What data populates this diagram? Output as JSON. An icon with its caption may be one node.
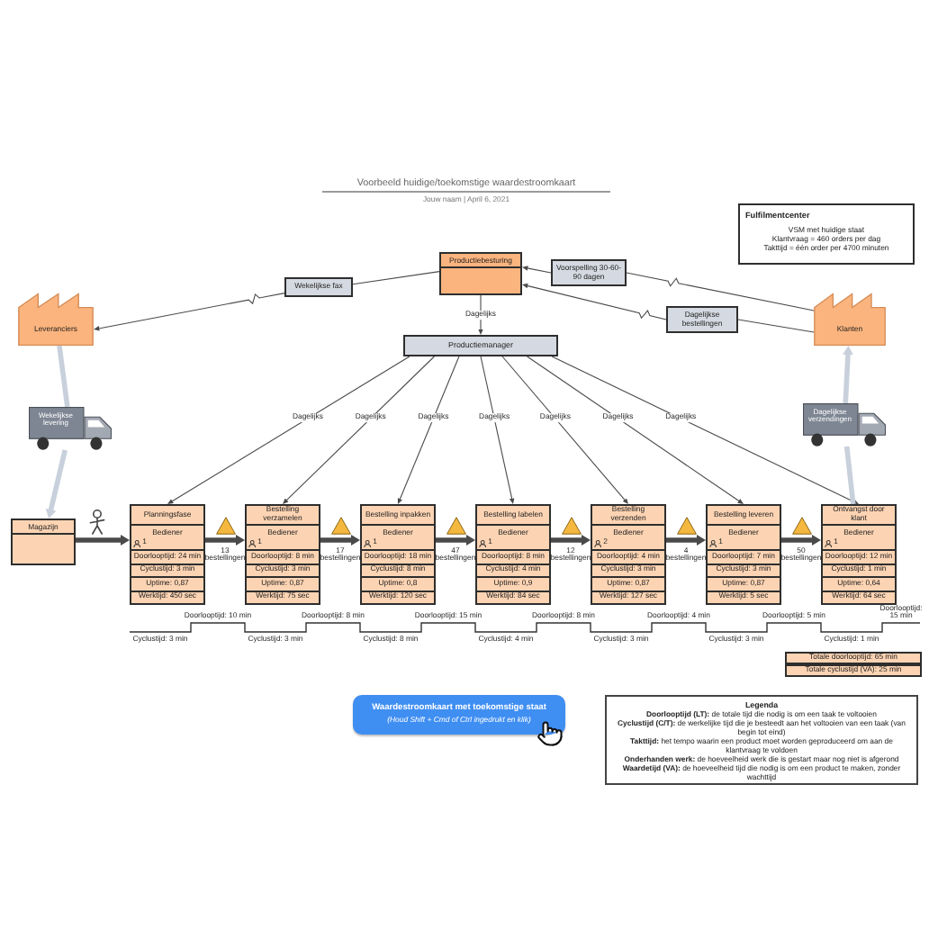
{
  "diagram": {
    "title": "Voorbeeld huidige/toekomstige waardestroomkaart",
    "nodes": [
      {
        "text": [
          "Productiebesturing"
        ]
      },
      {
        "text": [
          "Fulfilmentcenter",
          "VSM met huidige staat",
          "Klantvraag = 460 orders per dag",
          "Takttijd = één order per 4700 minuten"
        ]
      },
      {
        "text": [
          "Wekelijkse fax"
        ]
      },
      {
        "text": [
          "Voorspelling 30-60-90 dagen"
        ]
      },
      {
        "text": [
          "Leveranciers"
        ]
      },
      {
        "text": [
          "Dagelijkse bestellingen"
        ]
      },
      {
        "text": [
          "Klanten"
        ]
      },
      {
        "text": [
          "Productiemanager"
        ]
      },
      {
        "text": [
          "Wekelijkse levering"
        ]
      },
      {
        "text": [
          "Dagelijkse verzendingen"
        ]
      },
      {
        "text": [
          "Magazijn"
        ]
      },
      {
        "text": [],
        "shape": "person"
      },
      {
        "text": [
          "Planningsfase",
          "Bediener",
          "1",
          "Doorlooptijd: 24 min",
          "Cyclustijd: 3 min",
          "Uptime: 0,87",
          "Werktijd: 450 sec"
        ]
      },
      {
        "text": [],
        "shape": "triangle"
      },
      {
        "text": [
          "Bestelling verzamelen",
          "Bediener",
          "1",
          "Doorlooptijd: 8 min",
          "Cyclustijd: 3 min",
          "Uptime: 0,87",
          "Werktijd: 75 sec"
        ]
      },
      {
        "text": [],
        "shape": "triangle"
      },
      {
        "text": [
          "Bestelling inpakken",
          "Bediener",
          "1",
          "Doorlooptijd: 18 min",
          "Cyclustijd: 8 min",
          "Uptime: 0,8",
          "Werktijd: 120 sec"
        ]
      },
      {
        "text": [],
        "shape": "triangle"
      },
      {
        "text": [
          "Bestelling labelen",
          "Bediener",
          "1",
          "Doorlooptijd: 8 min",
          "Cyclustijd: 4 min",
          "Uptime: 0,9",
          "Werktijd: 84 sec"
        ]
      },
      {
        "text": [],
        "shape": "triangle"
      },
      {
        "text": [
          "Bestelling verzenden",
          "Bediener",
          "2",
          "Doorlooptijd: 4 min",
          "Cyclustijd: 3 min",
          "Uptime: 0,87",
          "Werktijd: 127 sec"
        ]
      },
      {
        "text": [],
        "shape": "triangle"
      },
      {
        "text": [
          "Bestelling leveren",
          "Bediener",
          "1",
          "Doorlooptijd: 7 min",
          "Cyclustijd: 3 min",
          "Uptime: 0,87",
          "Werktijd: 5 sec"
        ]
      },
      {
        "text": [],
        "shape": "triangle"
      },
      {
        "text": [
          "Ontvangst door klant",
          "Bediener",
          "1",
          "Doorlooptijd: 12 min",
          "Cyclustijd: 1 min",
          "Uptime: 0,64",
          "Werktijd: 64 sec"
        ]
      },
      {
        "text": [
          "Totale doorlooptijd: 65 min"
        ]
      },
      {
        "text": [
          "Totale cyclustijd (VA): 25 min"
        ]
      },
      {
        "text": [
          "Waardestroomkaart met toekomstige staat",
          "(Houd Shift + Cmd of Ctrl ingedrukt en klik)"
        ]
      },
      {
        "text": [
          "Legenda",
          "**Doorlooptijd (LT):** de totale tijd die nodig is om een taak te voltooien",
          "**Cyclustijd (C/T):** de werkelijke tijd die je besteedt aan het voltooien van een taak (van begin tot eind)",
          "**Takttijd:** het tempo waarin een product moet worden geproduceerd om aan de klantvraag te voldoen",
          "**Onderhanden werk:** de hoeveelheid werk die is gestart maar nog niet is afgerond",
          "**Waardetijd (VA):** de hoeveelheid tijd die nodig is om een product te maken, zonder wachttijd"
        ]
      }
    ],
    "edges": [
      {
        "from": 0,
        "to": 2,
        "arrow": "none"
      },
      {
        "from": 2,
        "to": 4,
        "arrow": "to"
      },
      {
        "from": 6,
        "to": 3,
        "arrow": "none"
      },
      {
        "from": 3,
        "to": 0,
        "arrow": "to"
      },
      {
        "from": 6,
        "to": 5,
        "arrow": "none"
      },
      {
        "from": 5,
        "to": 0,
        "arrow": "to"
      },
      {
        "from": 0,
        "to": 7,
        "arrow": "to",
        "label": "Dagelijks"
      },
      {
        "from": 7,
        "to": 12,
        "arrow": "to",
        "label": "Dagelijks"
      },
      {
        "from": 7,
        "to": 14,
        "arrow": "to",
        "label": "Dagelijks"
      },
      {
        "from": 7,
        "to": 16,
        "arrow": "to",
        "label": "Dagelijks"
      },
      {
        "from": 7,
        "to": 18,
        "arrow": "to",
        "label": "Dagelijks"
      },
      {
        "from": 7,
        "to": 20,
        "arrow": "to",
        "label": "Dagelijks"
      },
      {
        "from": 7,
        "to": 22,
        "arrow": "to",
        "label": "Dagelijks"
      },
      {
        "from": 7,
        "to": 24,
        "arrow": "to",
        "label": "Dagelijks"
      },
      {
        "from": 4,
        "to": 8,
        "arrow": "none",
        "style": "thick",
        "color": "#c8d0dc"
      },
      {
        "from": 8,
        "to": 10,
        "arrow": "to",
        "style": "thick",
        "color": "#c8d0dc"
      },
      {
        "from": 24,
        "to": 9,
        "arrow": "none",
        "style": "thick",
        "color": "#c8d0dc"
      },
      {
        "from": 9,
        "to": 6,
        "arrow": "to",
        "style": "thick",
        "color": "#c8d0dc"
      },
      {
        "from": 10,
        "to": 12,
        "arrow": "to",
        "style": "thick"
      },
      {
        "from": 12,
        "to": 14,
        "arrow": "to",
        "style": "thick"
      },
      {
        "from": 14,
        "to": 16,
        "arrow": "to",
        "style": "thick"
      },
      {
        "from": 16,
        "to": 18,
        "arrow": "to",
        "style": "thick"
      },
      {
        "from": 18,
        "to": 20,
        "arrow": "to",
        "style": "thick"
      },
      {
        "from": 20,
        "to": 22,
        "arrow": "to",
        "style": "thick"
      },
      {
        "from": 22,
        "to": 24,
        "arrow": "to",
        "style": "thick"
      }
    ],
    "labels": [
      "Jouw naam | April 6, 2021",
      "13 bestellingen",
      "17 bestellingen",
      "47 bestellingen",
      "12 bestellingen",
      "4 bestellingen",
      "50 bestellingen",
      "Doorlooptijd: 10 min",
      "Doorlooptijd: 8 min",
      "Doorlooptijd: 15 min",
      "Doorlooptijd: 8 min",
      "Doorlooptijd: 4 min",
      "Doorlooptijd: 5 min",
      "Doorlooptijd: 15 min",
      "Cyclustijd: 3 min",
      "Cyclustijd: 3 min",
      "Cyclustijd: 8 min",
      "Cyclustijd: 4 min",
      "Cyclustijd: 3 min",
      "Cyclustijd: 3 min",
      "Cyclustijd: 1 min"
    ]
  }
}
